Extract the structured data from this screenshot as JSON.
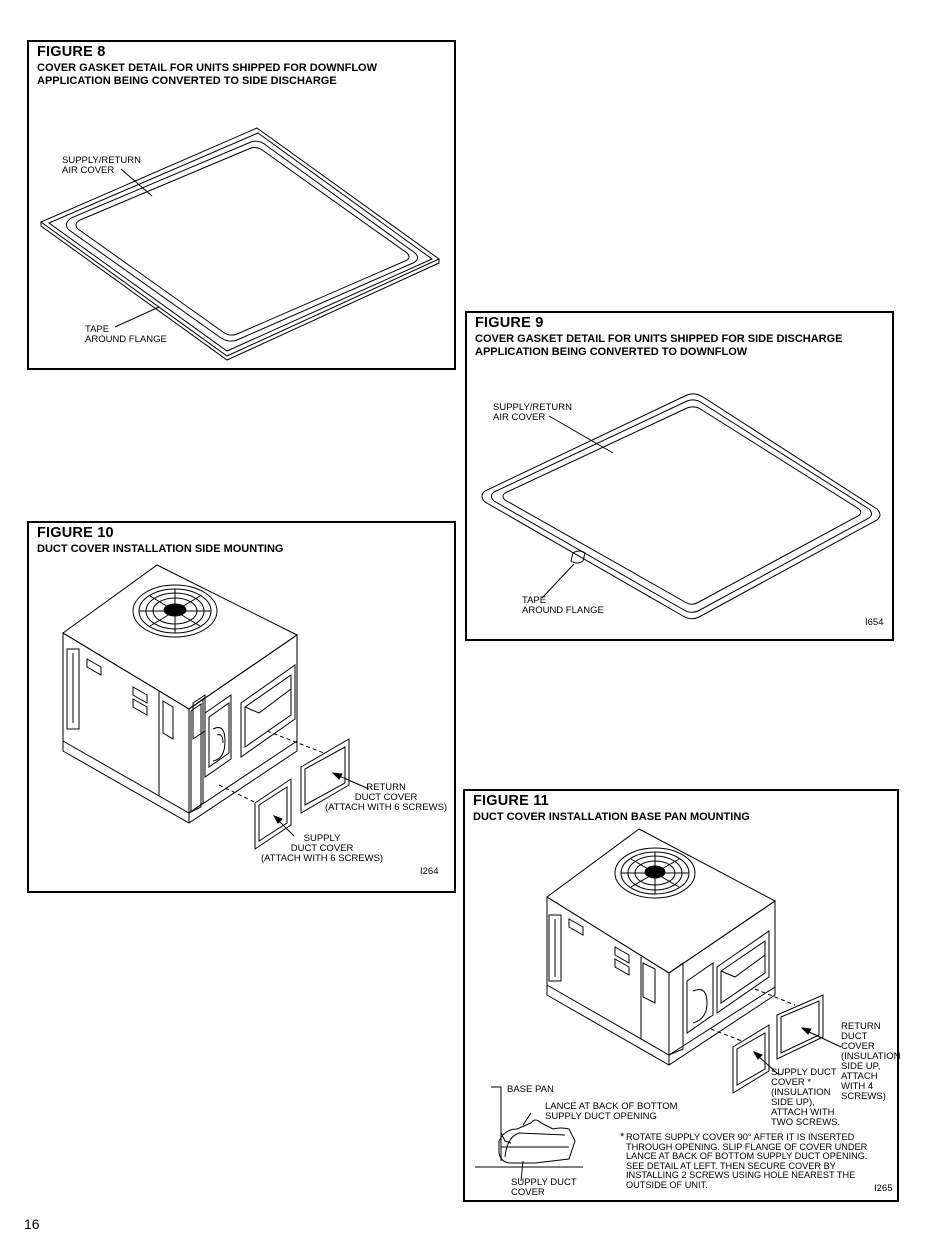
{
  "page_number": "16",
  "figure8": {
    "title": "FIGURE 8",
    "subtitle": "COVER GASKET DETAIL FOR UNITS SHIPPED FOR DOWNFLOW APPLICATION BEING CONVERTED TO SIDE DISCHARGE",
    "label_cover": "SUPPLY/RETURN\nAIR COVER",
    "label_tape": "TAPE\nAROUND FLANGE"
  },
  "figure9": {
    "title": "FIGURE 9",
    "subtitle": "COVER GASKET DETAIL FOR UNITS SHIPPED FOR SIDE DISCHARGE APPLICATION BEING CONVERTED TO DOWNFLOW",
    "label_cover": "SUPPLY/RETURN\nAIR COVER",
    "label_tape": "TAPE\nAROUND FLANGE",
    "code": "I654"
  },
  "figure10": {
    "title": "FIGURE 10",
    "subtitle": "DUCT COVER INSTALLATION SIDE MOUNTING",
    "label_return": "RETURN\nDUCT COVER\n(ATTACH WITH 6 SCREWS)",
    "label_supply": "SUPPLY\nDUCT COVER\n(ATTACH WITH 6 SCREWS)",
    "code": "I264"
  },
  "figure11": {
    "title": "FIGURE 11",
    "subtitle": "DUCT COVER INSTALLATION BASE PAN MOUNTING",
    "label_return": "RETURN\nDUCT\nCOVER\n(INSULATION\nSIDE UP,\nATTACH\nWITH 4\nSCREWS)",
    "label_supply": "SUPPLY DUCT\nCOVER *\n(INSULATION\nSIDE UP),\nATTACH WITH\nTWO SCREWS.",
    "label_base_pan": "BASE PAN",
    "label_lance": "LANCE AT BACK OF BOTTOM\nSUPPLY DUCT OPENING",
    "label_supply_cover": "SUPPLY DUCT\nCOVER",
    "note": "ROTATE SUPPLY COVER 90° AFTER IT IS INSERTED THROUGH OPENING. SLIP FLANGE OF COVER UNDER LANCE AT BACK OF BOTTOM SUPPLY DUCT OPENING. SEE DETAIL AT LEFT. THEN SECURE COVER BY INSTALLING 2 SCREWS USING HOLE NEAREST THE OUTSIDE OF UNIT.",
    "note_marker": "*",
    "code": "I265"
  }
}
